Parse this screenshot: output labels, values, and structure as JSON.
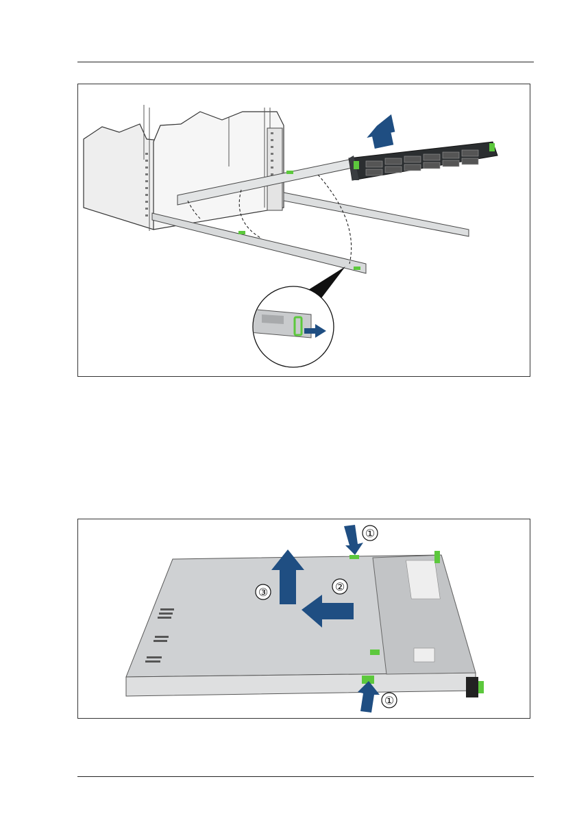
{
  "figure_1": {
    "colors": {
      "arrow": "#1f4e82",
      "release_tab": "#5cc83c",
      "rail": "#d6d8da",
      "rack": "#f2f2f2"
    },
    "icons": [
      "up-arrow-icon",
      "right-arrow-icon",
      "magnifier-circle-icon"
    ]
  },
  "figure_2": {
    "callouts": {
      "top_tab": "①",
      "slide_back": "②",
      "lift_up": "③",
      "bottom_tab": "①"
    },
    "colors": {
      "arrow": "#1f4e82",
      "release_tab": "#5cc83c",
      "cover": "#cfd1d3"
    },
    "icons": [
      "down-arrow-icon",
      "left-arrow-icon",
      "up-arrow-icon"
    ]
  }
}
